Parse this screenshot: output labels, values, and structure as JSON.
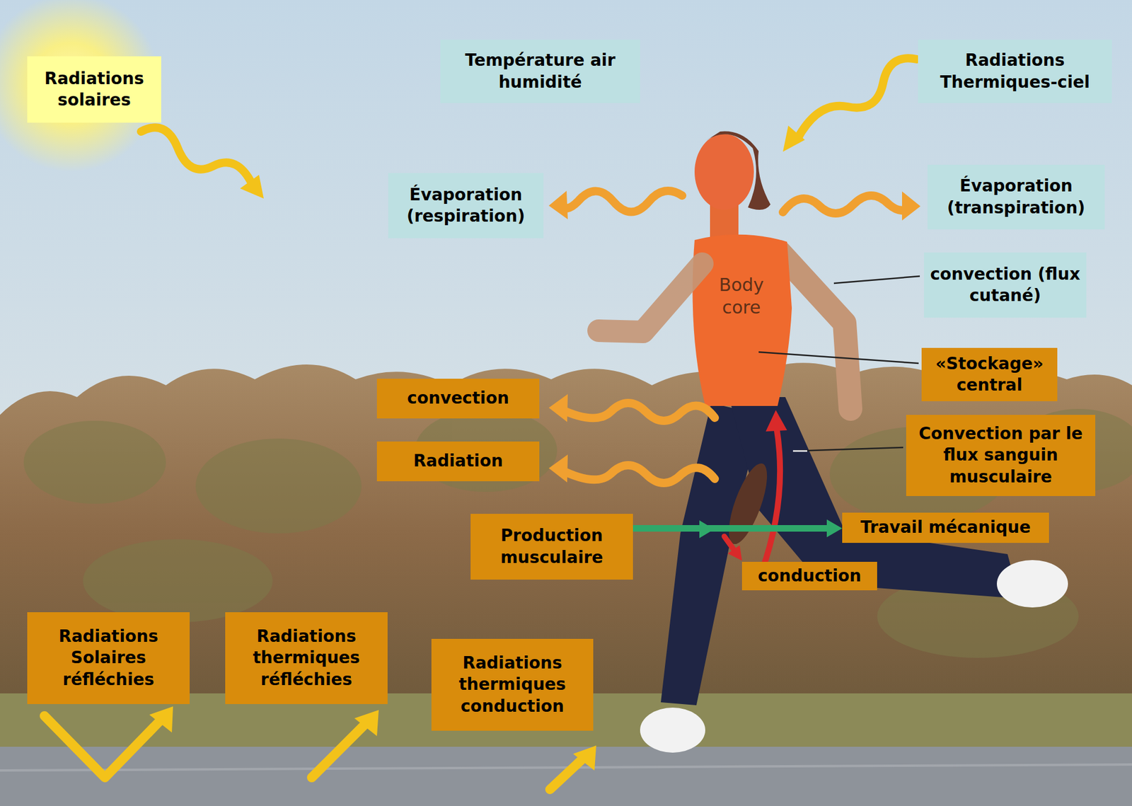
{
  "diagram": {
    "nodes": [
      {
        "text": [
          "Radiations solaires"
        ]
      },
      {
        "text": [
          "Température air humidité"
        ]
      },
      {
        "text": [
          "Radiations Thermiques-ciel"
        ]
      },
      {
        "text": [
          "Évaporation (respiration)"
        ]
      },
      {
        "text": [
          "Évaporation (transpiration)"
        ]
      },
      {
        "text": [
          "convection (flux cutané)"
        ]
      },
      {
        "text": [
          "«Stockage» central"
        ]
      },
      {
        "text": [
          "convection"
        ]
      },
      {
        "text": [
          "Radiation"
        ]
      },
      {
        "text": [
          "Convection par le flux sanguin musculaire"
        ]
      },
      {
        "text": [
          "Production musculaire"
        ]
      },
      {
        "text": [
          "Travail mécanique"
        ]
      },
      {
        "text": [
          "conduction"
        ]
      },
      {
        "text": [
          "Radiations Solaires réfléchies"
        ]
      },
      {
        "text": [
          "Radiations thermiques réfléchies"
        ]
      },
      {
        "text": [
          "Radiations thermiques conduction"
        ]
      }
    ],
    "edges": [
      {
        "from": 10,
        "to": 11,
        "arrow": "to"
      }
    ],
    "labels": [
      "Body core"
    ]
  }
}
